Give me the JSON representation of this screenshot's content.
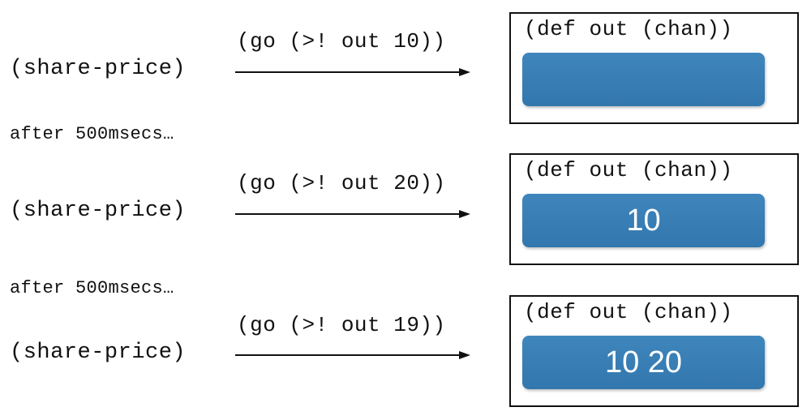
{
  "rows": [
    {
      "call": "(share-price)",
      "go": "(go (>! out 10))",
      "box_title": "(def out (chan))",
      "channel_contents": ""
    },
    {
      "call": "(share-price)",
      "go": "(go (>! out 20))",
      "box_title": "(def out (chan))",
      "channel_contents": "10"
    },
    {
      "call": "(share-price)",
      "go": "(go (>! out 19))",
      "box_title": "(def out (chan))",
      "channel_contents": "10 20"
    }
  ],
  "separators": [
    "after 500msecs…",
    "after 500msecs…"
  ],
  "colors": {
    "channel": "#3a80b6",
    "text": "#111111"
  }
}
